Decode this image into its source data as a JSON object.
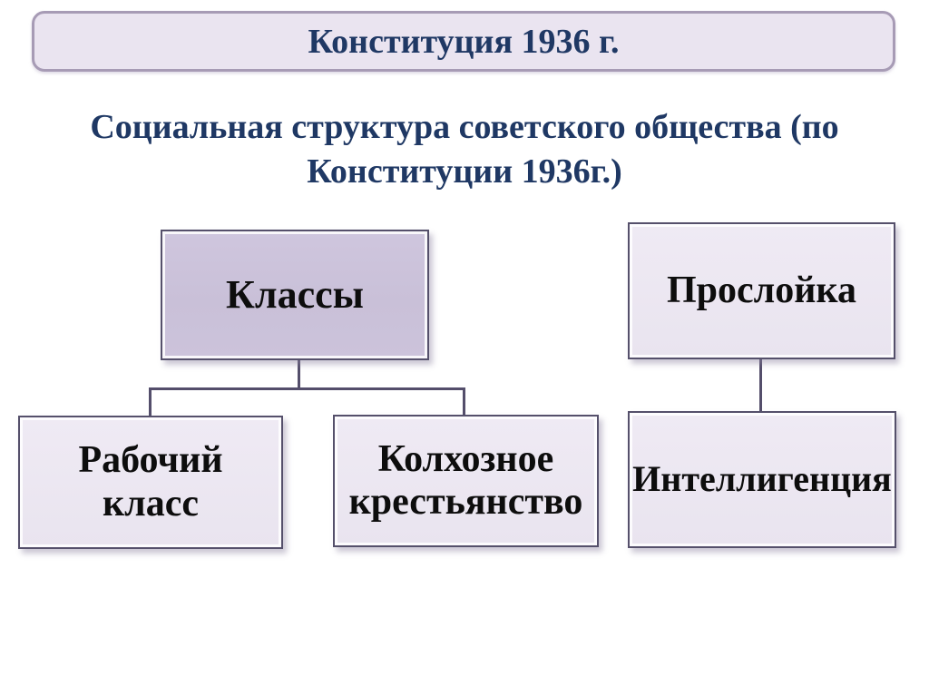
{
  "banner": {
    "title": "Конституция 1936 г."
  },
  "subtitle": {
    "line1": "Социальная структура советского общества (по",
    "line2": "Конституции 1936г.)"
  },
  "diagram": {
    "type": "hierarchy",
    "parents": [
      {
        "id": "klassy",
        "label": "Классы"
      },
      {
        "id": "prosloyka",
        "label": "Прослойка"
      }
    ],
    "children": [
      {
        "id": "rabochiy-klass",
        "label": "Рабочий\nкласс",
        "parent": "klassy"
      },
      {
        "id": "kolkhoznoe-krestyanstvo",
        "label": "Колхозное\nкрестьянство",
        "parent": "klassy"
      },
      {
        "id": "intelligenciya",
        "label": "Интеллигенция",
        "parent": "prosloyka"
      }
    ]
  },
  "colors": {
    "background": "#ffffff",
    "title_text": "#1f3864",
    "banner_fill": "#eae4f0",
    "banner_border": "#a79bb5",
    "parent_node_fill": "#cbc2da",
    "child_node_fill": "#ebe6f1",
    "node_border": "#55506b",
    "node_text": "#0d0d0d",
    "connector": "#544e6b"
  }
}
